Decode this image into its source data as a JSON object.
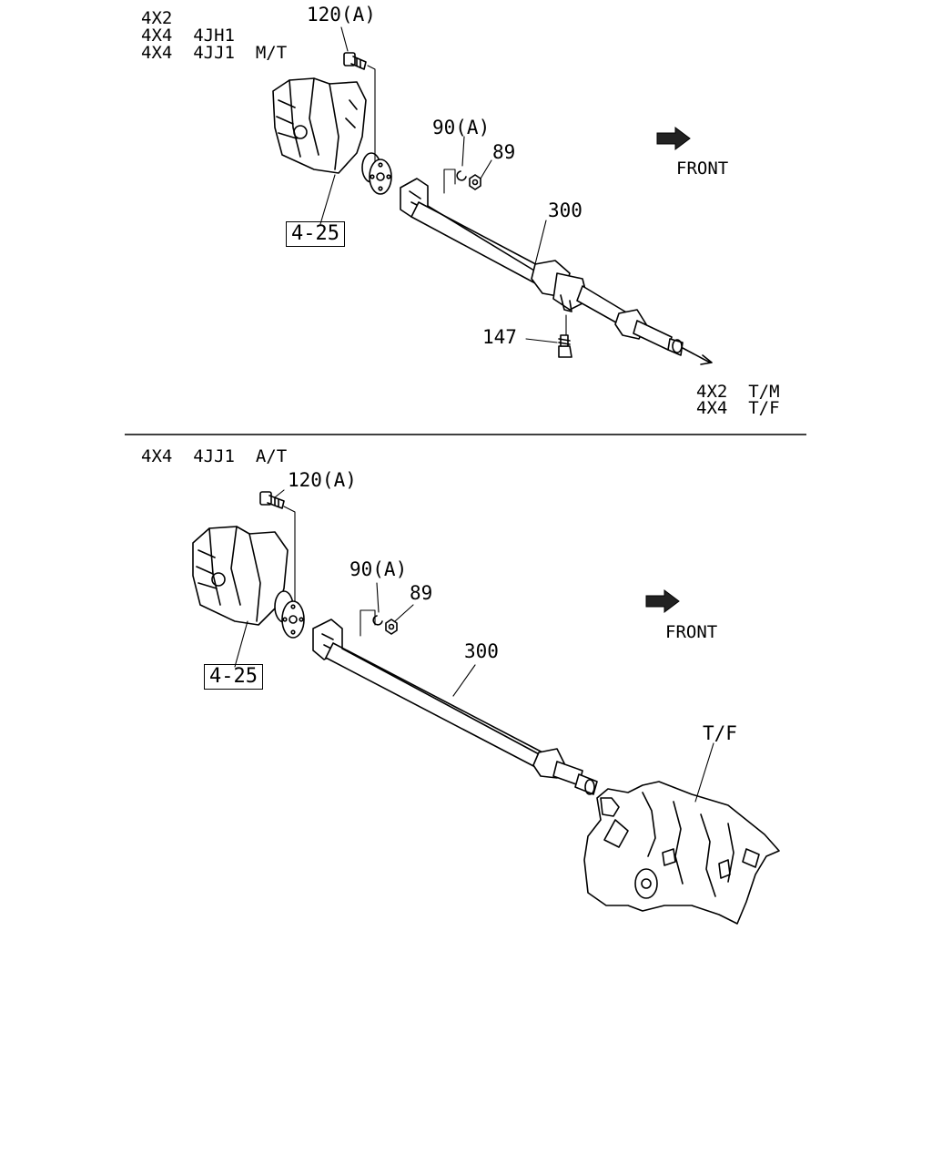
{
  "top_section": {
    "applicability_lines": [
      "4X2",
      "4X4  4JH1",
      "4X4  4JJ1  M/T"
    ],
    "callouts": {
      "bolt": "120(A)",
      "washer": "90(A)",
      "nut": "89",
      "shaft": "300",
      "support_bolt": "147"
    },
    "ref_box": "4-25",
    "front_label": "FRONT",
    "destination_lines": [
      "4X2  T/M",
      "4X4  T/F"
    ]
  },
  "bottom_section": {
    "applicability": "4X4  4JJ1  A/T",
    "callouts": {
      "bolt": "120(A)",
      "washer": "90(A)",
      "nut": "89",
      "shaft": "300",
      "transfer": "T/F"
    },
    "ref_box": "4-25",
    "front_label": "FRONT"
  }
}
